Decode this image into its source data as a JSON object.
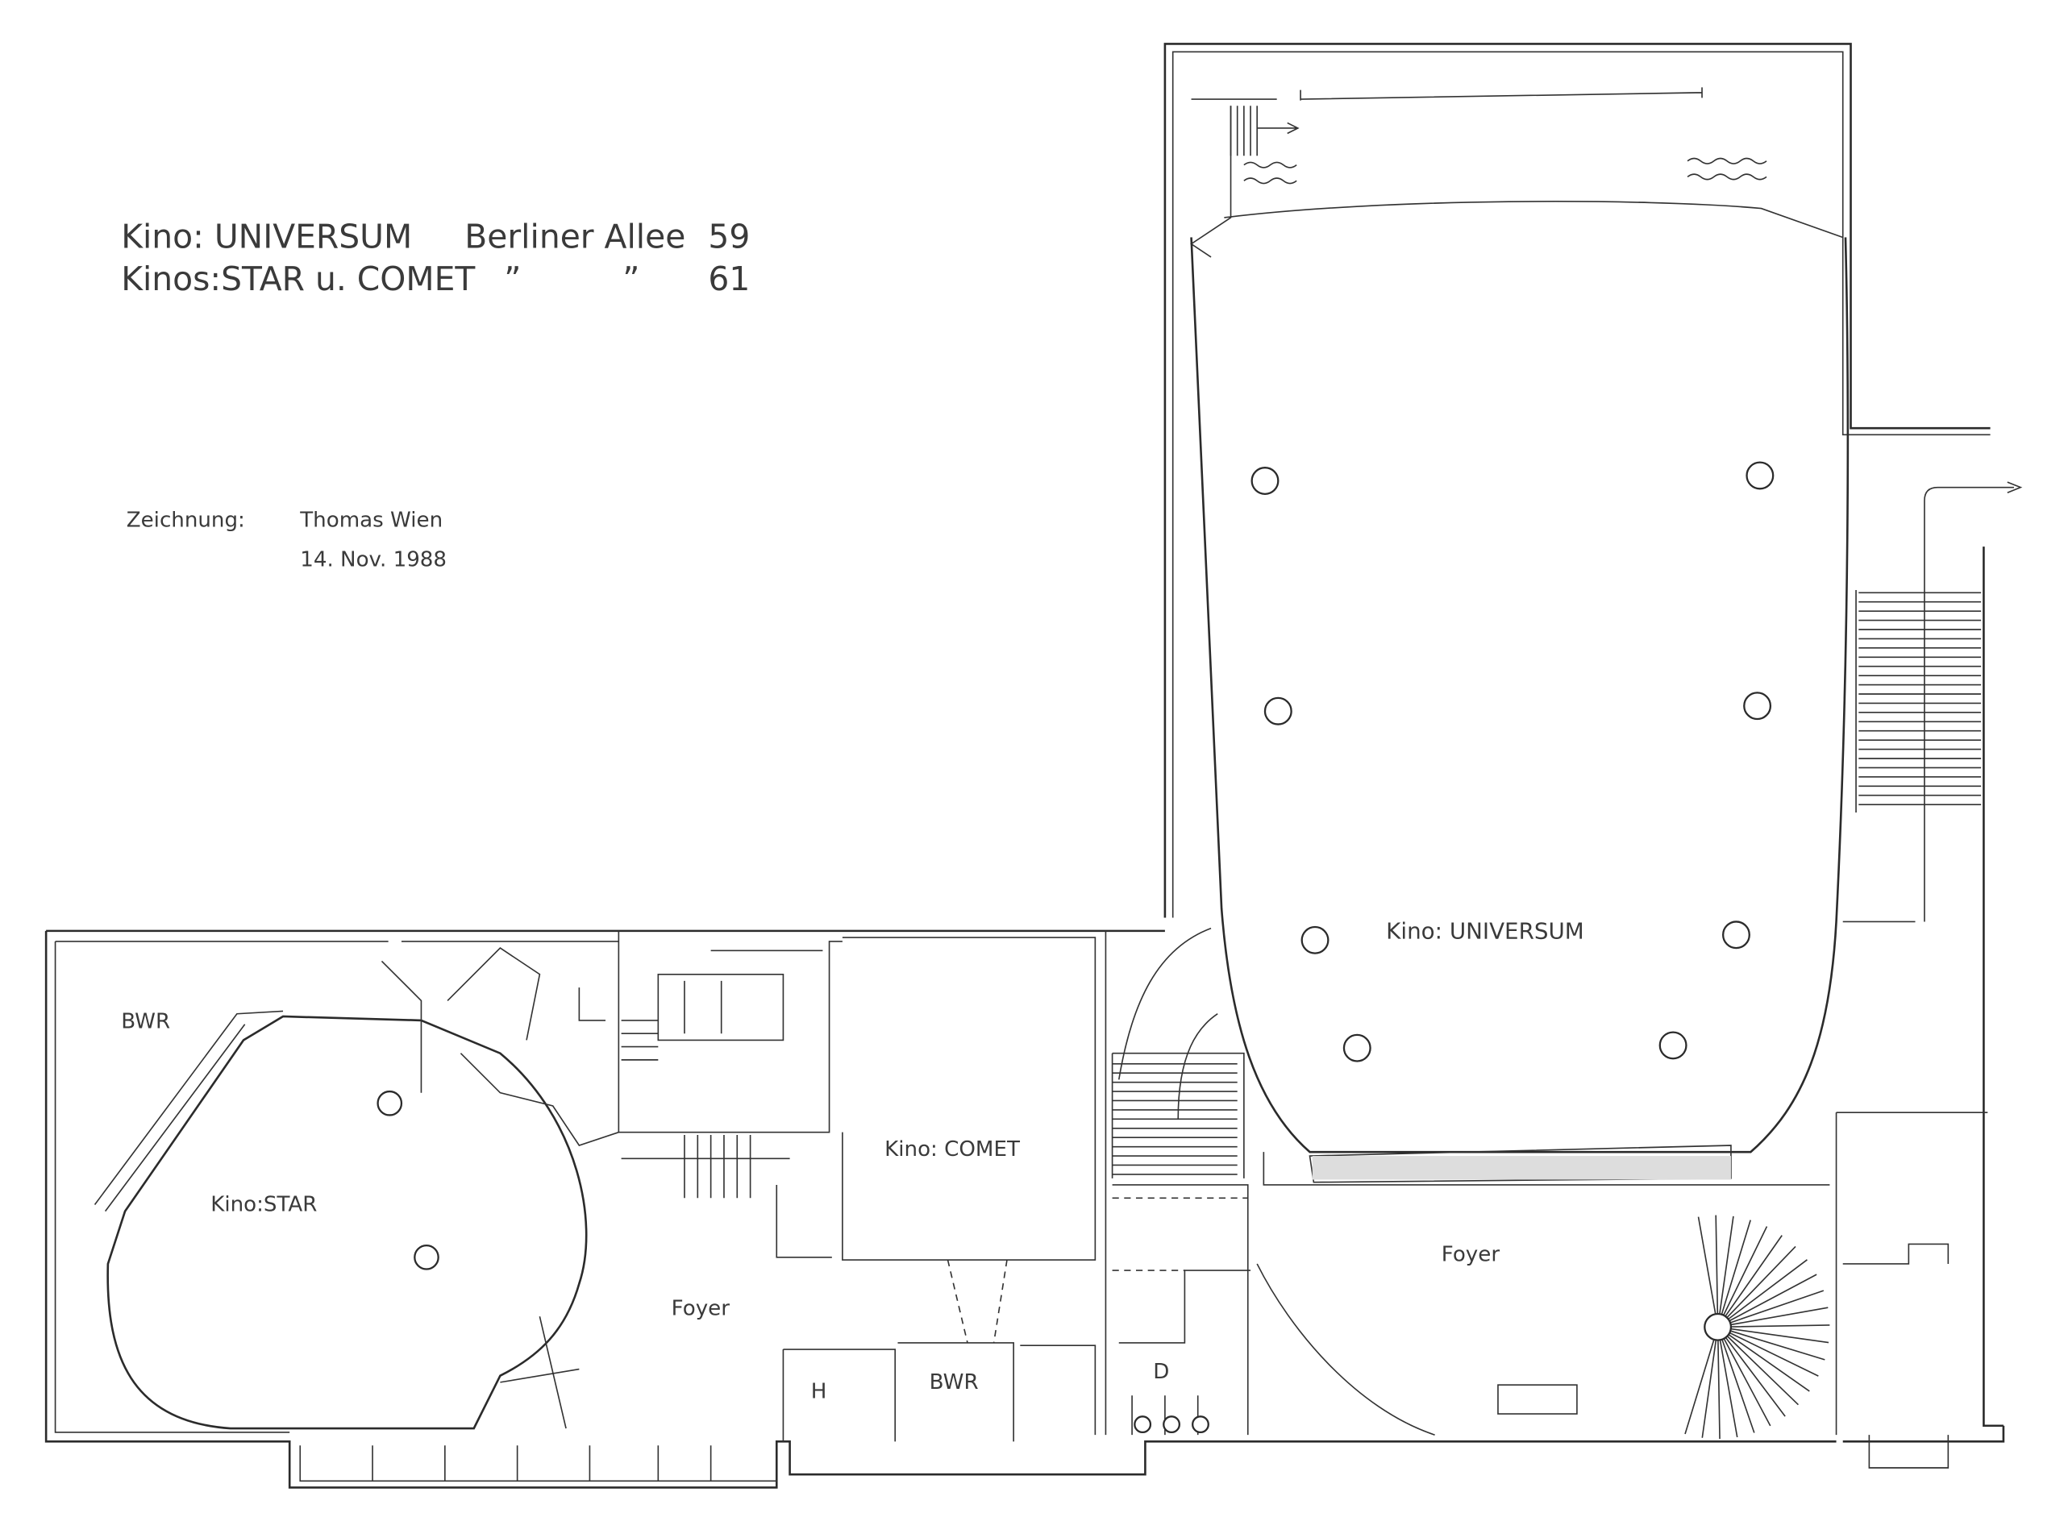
{
  "header": {
    "line1_name": "Kino: UNIVERSUM",
    "line1_street": "Berliner Allee",
    "line1_number": "59",
    "line2_name": "Kinos:STAR u. COMET",
    "line2_ditto1": "”",
    "line2_ditto2": "”",
    "line2_number": "61"
  },
  "credits": {
    "label": "Zeichnung:",
    "author": "Thomas  Wien",
    "date": "14. Nov. 1988"
  },
  "rooms": {
    "universum": "Kino: UNIVERSUM",
    "comet": "Kino: COMET",
    "star": "Kino:STAR",
    "bwr_left": "BWR",
    "bwr_bottom": "BWR",
    "foyer_left": "Foyer",
    "foyer_right": "Foyer",
    "h": "H",
    "d": "D"
  }
}
